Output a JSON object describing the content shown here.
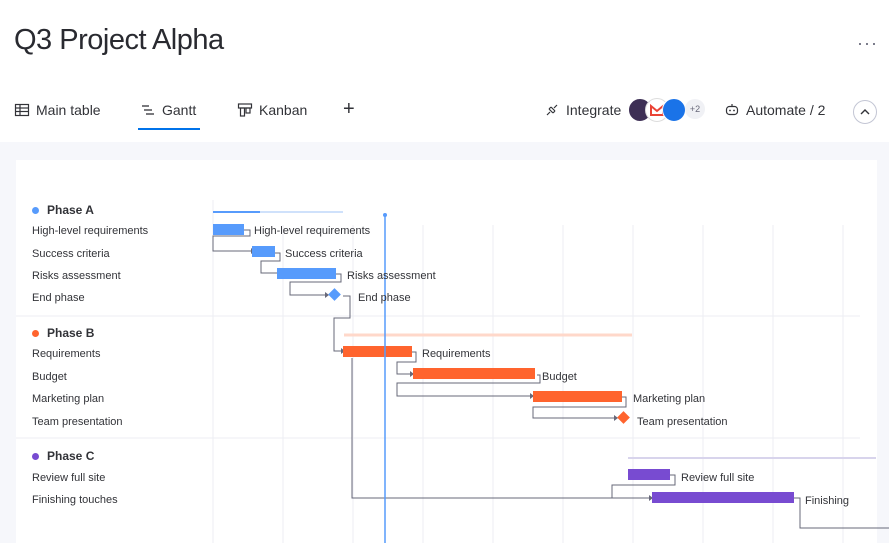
{
  "header": {
    "title": "Q3 Project Alpha",
    "more": "···"
  },
  "views": {
    "tabs": [
      {
        "label": "Main table",
        "icon": "table-icon"
      },
      {
        "label": "Gantt",
        "icon": "gantt-icon",
        "active": true
      },
      {
        "label": "Kanban",
        "icon": "kanban-icon"
      }
    ],
    "add": "+",
    "integrate": "Integrate",
    "integrations_more": "+2",
    "automate": "Automate / 2"
  },
  "gantt": {
    "phases": [
      {
        "name": "Phase A",
        "color": "#579bfc",
        "tasks": [
          "High-level requirements",
          "Success criteria",
          "Risks assessment",
          "End phase"
        ]
      },
      {
        "name": "Phase B",
        "color": "#ff642e",
        "tasks": [
          "Requirements",
          "Budget",
          "Marketing plan",
          "Team presentation"
        ]
      },
      {
        "name": "Phase C",
        "color": "#784bd1",
        "tasks": [
          "Review full site",
          "Finishing touches"
        ]
      }
    ],
    "bar_labels": {
      "a1": "High-level requirements",
      "a2": "Success criteria",
      "a3": "Risks assessment",
      "a4": "End phase",
      "b1": "Requirements",
      "b2": "Budget",
      "b3": "Marketing plan",
      "b4": "Team presentation",
      "c1": "Review full site",
      "c2": "Finishing"
    }
  }
}
